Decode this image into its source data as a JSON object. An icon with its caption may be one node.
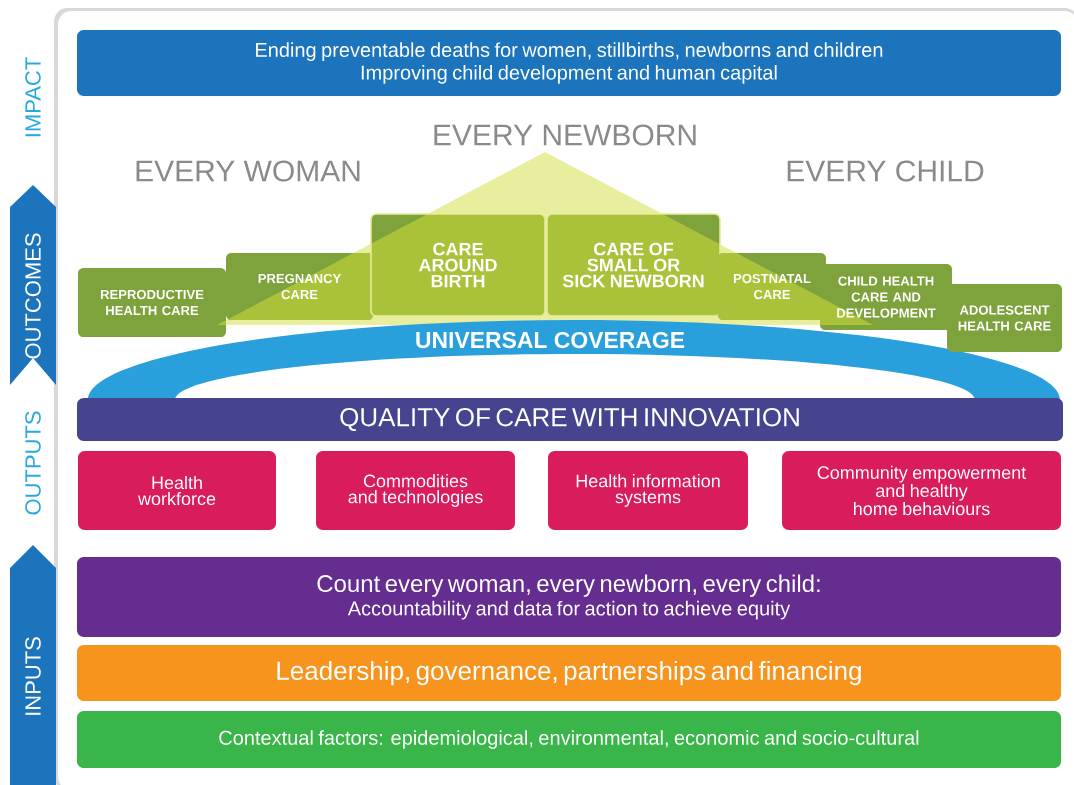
{
  "diagram": {
    "nodes": [
      {
        "text": [
          "IMPACT"
        ]
      },
      {
        "text": [
          "OUTCOMES"
        ]
      },
      {
        "text": [
          "OUTPUTS"
        ]
      },
      {
        "text": [
          "INPUTS"
        ]
      },
      {
        "text": [
          "Ending preventable deaths for women, stillbirths, newborns and children",
          "Improving child development and human capital"
        ]
      },
      {
        "text": [
          "REPRODUCTIVE HEALTH CARE"
        ]
      },
      {
        "text": [
          "PREGNANCY CARE"
        ]
      },
      {
        "text": [
          "CARE AROUND BIRTH"
        ]
      },
      {
        "text": [
          "CARE OF SMALL OR SICK NEWBORN"
        ]
      },
      {
        "text": [
          "POSTNATAL CARE"
        ]
      },
      {
        "text": [
          "CHILD HEALTH CARE AND DEVELOPMENT"
        ]
      },
      {
        "text": [
          "ADOLESCENT HEALTH CARE"
        ]
      },
      {
        "text": [
          "UNIVERSAL  COVERAGE"
        ]
      },
      {
        "text": [
          "QUALITY OF CARE WITH INNOVATION"
        ]
      },
      {
        "text": [
          "Health workforce"
        ]
      },
      {
        "text": [
          "Commodities and technologies"
        ]
      },
      {
        "text": [
          "Health information systems"
        ]
      },
      {
        "text": [
          "Community empowerment and healthy home behaviours"
        ]
      },
      {
        "text": [
          "Count every woman, every newborn, every child:",
          "Accountability and data for action to achieve equity"
        ]
      },
      {
        "text": [
          "Leadership, governance, partnerships and financing"
        ]
      },
      {
        "text": [
          "Contextual factors: epidemiological, environmental, economic and socio-cultural"
        ]
      }
    ],
    "labels": [
      "EVERY NEWBORN",
      "EVERY WOMAN",
      "EVERY CHILD"
    ]
  }
}
